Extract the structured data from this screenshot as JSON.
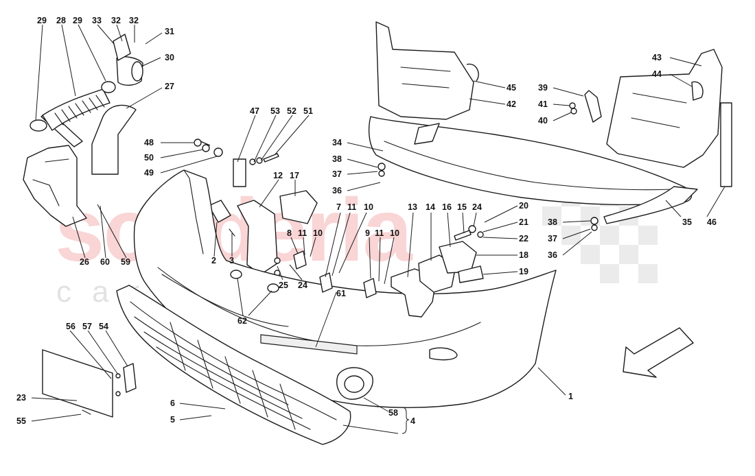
{
  "watermark": {
    "logo": "scuderia",
    "sub": "car parts",
    "accent": "#e31b23"
  },
  "callouts": [
    "29",
    "28",
    "29",
    "33",
    "32",
    "32",
    "31",
    "30",
    "27",
    "47",
    "53",
    "52",
    "51",
    "48",
    "50",
    "49",
    "12",
    "17",
    "26",
    "60",
    "59",
    "2",
    "3",
    "25",
    "24",
    "62",
    "7",
    "11",
    "10",
    "8",
    "11",
    "10",
    "9",
    "11",
    "10",
    "13",
    "14",
    "16",
    "15",
    "24",
    "20",
    "21",
    "22",
    "18",
    "19",
    "61",
    "34",
    "38",
    "37",
    "36",
    "39",
    "41",
    "40",
    "43",
    "44",
    "45",
    "42",
    "35",
    "46",
    "38",
    "37",
    "36",
    "1",
    "56",
    "57",
    "54",
    "23",
    "55",
    "6",
    "5",
    "58",
    "4"
  ]
}
